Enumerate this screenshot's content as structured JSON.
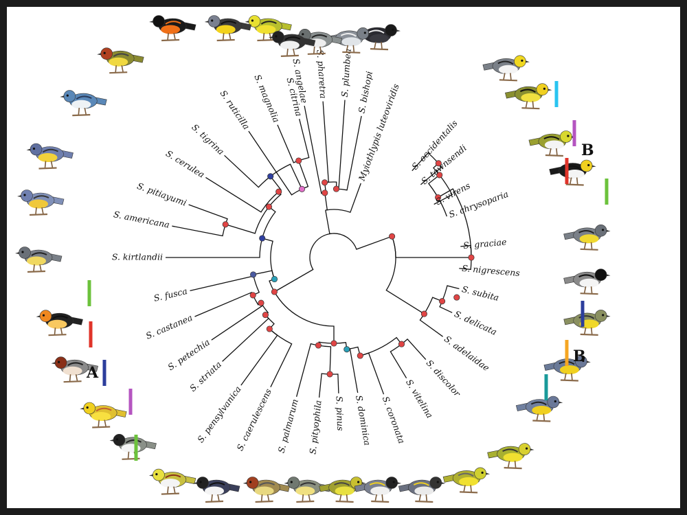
{
  "species": [
    {
      "key": "citrina",
      "name": "S. citrina",
      "colors": {
        "back": "#b8bf2e",
        "head": "#e8e030",
        "belly": "#f0e030",
        "mark": "#222"
      }
    },
    {
      "key": "magnolia",
      "name": "S. magnolia",
      "colors": {
        "back": "#3a3a3a",
        "head": "#7a8090",
        "belly": "#f2d21c",
        "mark": "#111"
      }
    },
    {
      "key": "ruticilla",
      "name": "S. ruticilla",
      "colors": {
        "back": "#1a1a1a",
        "head": "#111",
        "belly": "#f07018",
        "mark": "#f07018"
      }
    },
    {
      "key": "tigrina",
      "name": "S. tigrina",
      "colors": {
        "back": "#8a8a30",
        "head": "#b04020",
        "belly": "#f0d840",
        "mark": "#444"
      }
    },
    {
      "key": "cerulea",
      "name": "S. cerulea",
      "colors": {
        "back": "#5a88b8",
        "head": "#5a88b8",
        "belly": "#eef2f5",
        "mark": "#2a3a5a"
      }
    },
    {
      "key": "pitiayumi",
      "name": "S. pitiayumi",
      "colors": {
        "back": "#6f7fae",
        "head": "#6070a0",
        "belly": "#f2d23a",
        "mark": "#333"
      }
    },
    {
      "key": "americana",
      "name": "S. americana",
      "colors": {
        "back": "#8090b8",
        "head": "#7080b0",
        "belly": "#f0c83a",
        "mark": "#333"
      }
    },
    {
      "key": "kirtlandii",
      "name": "S. kirtlandii",
      "colors": {
        "back": "#7a8088",
        "head": "#6a7078",
        "belly": "#f0d860",
        "mark": "#222"
      }
    },
    {
      "key": "fusca",
      "name": "S. fusca",
      "colors": {
        "back": "#222",
        "head": "#f08820",
        "belly": "#f8c860",
        "mark": "#111"
      }
    },
    {
      "key": "castanea",
      "name": "S. castanea",
      "colors": {
        "back": "#8a8a8a",
        "head": "#8a3018",
        "belly": "#f0e0d0",
        "mark": "#222"
      }
    },
    {
      "key": "petechia",
      "name": "S. petechia",
      "colors": {
        "back": "#e0c030",
        "head": "#f0d020",
        "belly": "#f8e040",
        "mark": "#c06030"
      }
    },
    {
      "key": "striata",
      "name": "S. striata",
      "colors": {
        "back": "#8a9088",
        "head": "#222",
        "belly": "#f4f4f4",
        "mark": "#222"
      }
    },
    {
      "key": "pensylvanica",
      "name": "S. pensylvanica",
      "colors": {
        "back": "#c8c040",
        "head": "#e8e040",
        "belly": "#f4f4f4",
        "mark": "#8a3018"
      }
    },
    {
      "key": "caerulescens",
      "name": "S. caerulescens",
      "colors": {
        "back": "#3a3f5a",
        "head": "#222",
        "belly": "#f4f4f4",
        "mark": "#111"
      }
    },
    {
      "key": "palmarum",
      "name": "S. palmarum",
      "colors": {
        "back": "#a08a50",
        "head": "#a04020",
        "belly": "#e8d880",
        "mark": "#555"
      }
    },
    {
      "key": "pityophila",
      "name": "S. pityophila",
      "colors": {
        "back": "#8a9080",
        "head": "#707870",
        "belly": "#f0e080",
        "mark": "#333"
      }
    },
    {
      "key": "pinus",
      "name": "S. pinus",
      "colors": {
        "back": "#a0a030",
        "head": "#c8c030",
        "belly": "#e8e040",
        "mark": "#444"
      }
    },
    {
      "key": "dominica",
      "name": "S. dominica",
      "colors": {
        "back": "#7a8090",
        "head": "#222",
        "belly": "#f0f0f0",
        "mark": "#f0d020"
      }
    },
    {
      "key": "coronata",
      "name": "S. coronata",
      "colors": {
        "back": "#6a7080",
        "head": "#333",
        "belly": "#eaeaea",
        "mark": "#f0d020"
      }
    },
    {
      "key": "vitelina",
      "name": "S. vitelina",
      "colors": {
        "back": "#b0b030",
        "head": "#d0d030",
        "belly": "#f0e030",
        "mark": "#666"
      }
    },
    {
      "key": "discolor",
      "name": "S. discolor",
      "colors": {
        "back": "#a8b030",
        "head": "#d8d030",
        "belly": "#f0e030",
        "mark": "#333"
      }
    },
    {
      "key": "adelaidae",
      "name": "S. adelaidae",
      "colors": {
        "back": "#7080a0",
        "head": "#6a7898",
        "belly": "#f0d020",
        "mark": "#222"
      }
    },
    {
      "key": "delicata",
      "name": "S. delicata",
      "colors": {
        "back": "#6a7a98",
        "head": "#6a7898",
        "belly": "#f0d020",
        "mark": "#222"
      }
    },
    {
      "key": "subita",
      "name": "S. subita",
      "colors": {
        "back": "#8a9060",
        "head": "#8a9060",
        "belly": "#f0d828",
        "mark": "#333"
      }
    },
    {
      "key": "nigrescens",
      "name": "S. nigrescens",
      "colors": {
        "back": "#8a8a8a",
        "head": "#111",
        "belly": "#f4f4f4",
        "mark": "#111"
      }
    },
    {
      "key": "graciae",
      "name": "S. graciae",
      "colors": {
        "back": "#7a8088",
        "head": "#6a7078",
        "belly": "#f0d830",
        "mark": "#222"
      }
    },
    {
      "key": "chrysoparia",
      "name": "S. chrysoparia",
      "colors": {
        "back": "#1a1a1a",
        "head": "#f0d020",
        "belly": "#f4f4f4",
        "mark": "#111"
      }
    },
    {
      "key": "virens",
      "name": "S. virens",
      "colors": {
        "back": "#9aa030",
        "head": "#d8d830",
        "belly": "#f4f4f4",
        "mark": "#111"
      }
    },
    {
      "key": "townsendi",
      "name": "S. townsendi",
      "colors": {
        "back": "#8a9030",
        "head": "#f0d020",
        "belly": "#f0e040",
        "mark": "#111"
      }
    },
    {
      "key": "occidentalis",
      "name": "S. occidentalis",
      "colors": {
        "back": "#7a8088",
        "head": "#f0d820",
        "belly": "#f4f4f4",
        "mark": "#222"
      }
    },
    {
      "key": "luteoviridis",
      "name": "Myiothlypis luteoviridis",
      "colors": {
        "back": "#6a6a6a",
        "head": "#333",
        "belly": "#ddd",
        "mark": "#111"
      }
    },
    {
      "key": "bishopi",
      "name": "S. bishopi",
      "colors": {
        "back": "#2a2a30",
        "head": "#1a1a1a",
        "belly": "#3a3a40",
        "mark": "#eee"
      }
    },
    {
      "key": "plumbea",
      "name": "S. plumbea",
      "colors": {
        "back": "#8a9098",
        "head": "#7a8088",
        "belly": "#e0e4e8",
        "mark": "#eee"
      }
    },
    {
      "key": "pharetra",
      "name": "S. pharetra",
      "colors": {
        "back": "#8a9090",
        "head": "#6a7070",
        "belly": "#eeeeee",
        "mark": "#222"
      }
    },
    {
      "key": "angelae",
      "name": "S. angelae",
      "colors": {
        "back": "#333",
        "head": "#222",
        "belly": "#f0f0f0",
        "mark": "#111"
      }
    }
  ],
  "group_labels": {
    "a_left": "A",
    "b_top": "B",
    "b_right": "B"
  },
  "bar_colors": {
    "sky": "#29c4f0",
    "purple": "#b555c0",
    "red": "#e0342a",
    "green": "#6cc23c",
    "navy": "#2c3e9c",
    "orange": "#f5a623",
    "teal": "#1a9a9a"
  },
  "node_colors": {
    "default": "#e04545",
    "blue": "#3040a0",
    "pink": "#e070c8",
    "teal": "#2aa0b8",
    "slate": "#4a5aa0"
  }
}
